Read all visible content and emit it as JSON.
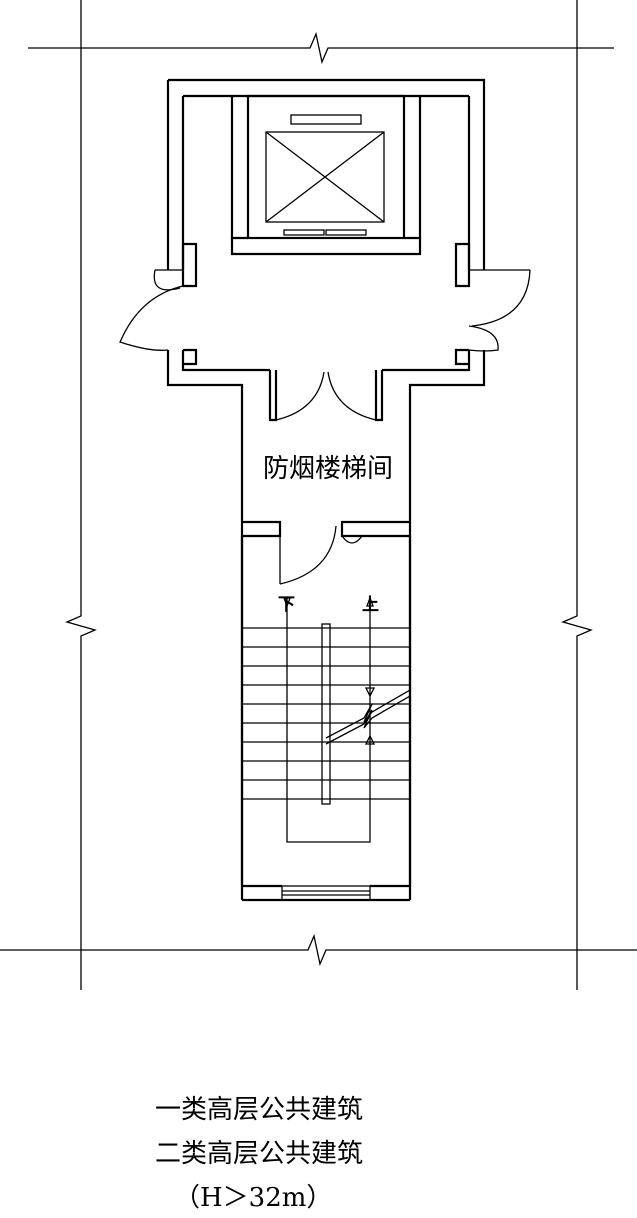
{
  "diagram": {
    "room_label": "防烟楼梯间",
    "stair_down": "下",
    "stair_up": "上"
  },
  "caption": {
    "line1": "一类高层公共建筑",
    "line2": "二类高层公共建筑",
    "line3": "（H＞32m）"
  }
}
